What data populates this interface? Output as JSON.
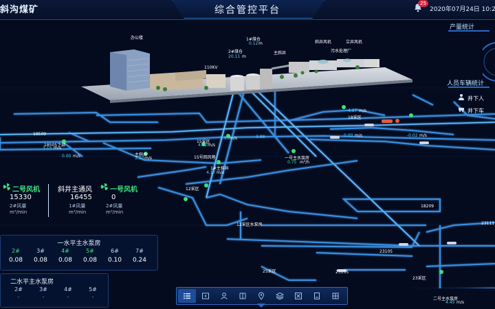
{
  "header": {
    "brand": "斜沟煤矿",
    "title": "综合管控平台",
    "notifications": "25",
    "datetime": "2020年07月24日 10:2"
  },
  "right_panel": {
    "production_title": "产量统计",
    "personnel_title": "人员车辆统计",
    "items": [
      "井下人",
      "井下车"
    ]
  },
  "buildings": {
    "office": "办公楼",
    "coal_silo1": "1#煤仓",
    "coal_silo1_val": "0.12",
    "coal_silo1_unit": "m",
    "coal_silo2": "2#煤仓",
    "coal_silo2_val": "20.11",
    "coal_silo2_unit": "m",
    "main_shaft": "主斜井",
    "inclined_fan": "斜井风机",
    "vertical_fan": "立井风机",
    "sewage": "污水处理厂",
    "substation": "110KV"
  },
  "fans": [
    {
      "name": "二号风机",
      "value": "15330",
      "desc": "2#风量",
      "unit": "m³/min",
      "color": "#3fe07a"
    },
    {
      "name": "斜井主通风",
      "value": "16455",
      "desc": "1#风量",
      "unit": "m³/min",
      "color": "#ffffff"
    },
    {
      "name": "一号风机",
      "value": "0",
      "desc": "2#风量",
      "unit": "m³/min",
      "color": "#3fe07a"
    }
  ],
  "pump1": {
    "title": "一水平主水泵房",
    "nums": [
      "2#",
      "3#",
      "4#",
      "5#",
      "6#",
      "7#"
    ],
    "values": [
      "0.08",
      "0.08",
      "0.08",
      "0.08",
      "0.10",
      "0.24"
    ]
  },
  "pump2": {
    "title": "二水平主水泵房",
    "nums": [
      "2#",
      "3#",
      "4#",
      "5#"
    ],
    "values": [
      "-",
      "-",
      "-",
      "-"
    ]
  },
  "map_labels": {
    "t18509": "18509",
    "t18209": "18209",
    "t23105": "23105",
    "t23111": "23111",
    "t23105b": "23105",
    "m1_name": "18505下部",
    "m1_val": "3.15",
    "m1_unit": "m/s",
    "m2_val": "0.00",
    "m2_unit": "m/s",
    "m3_name": "主斜井",
    "m3_val": "3.30",
    "m3_unit": "m/s",
    "m4_val": "3.93",
    "m4_unit": "m/s",
    "m5_val": "4.02",
    "m5_unit": "m/s",
    "m5_name": "15采区",
    "m6_name": "15号回风巷",
    "m7_val": "3.88",
    "m8_val": "4.17",
    "m8_unit": "m/s",
    "m8_name": "1#主斜井",
    "m9_name": "一号主水泵房",
    "m9_val": "0.75",
    "m9_unit": "m³/h",
    "m10_val": "4.67",
    "m10_unit": "m/s",
    "m10_name": "18采区",
    "m11_val": "0.00",
    "m11_unit": "m/s",
    "m12_val": "-0.02",
    "m12_unit": "m/s",
    "m13_name": "12采区",
    "m14_name": "12采区水泵房",
    "m15_name": "25采区",
    "m16_name": "23采区",
    "m17_name": "二号主水泵房",
    "m17_val": "4.45",
    "m17_unit": "m/s"
  },
  "toolbar": {
    "buttons": [
      "list-icon",
      "video-icon",
      "person-icon",
      "car-icon",
      "location-icon",
      "layers-icon",
      "safety-icon",
      "report-icon",
      "grid-icon"
    ]
  },
  "colors": {
    "accent": "#2a6bc4",
    "tunnel": "#3b8fe0",
    "glow": "#5ecbff",
    "green": "#3fe07a"
  }
}
